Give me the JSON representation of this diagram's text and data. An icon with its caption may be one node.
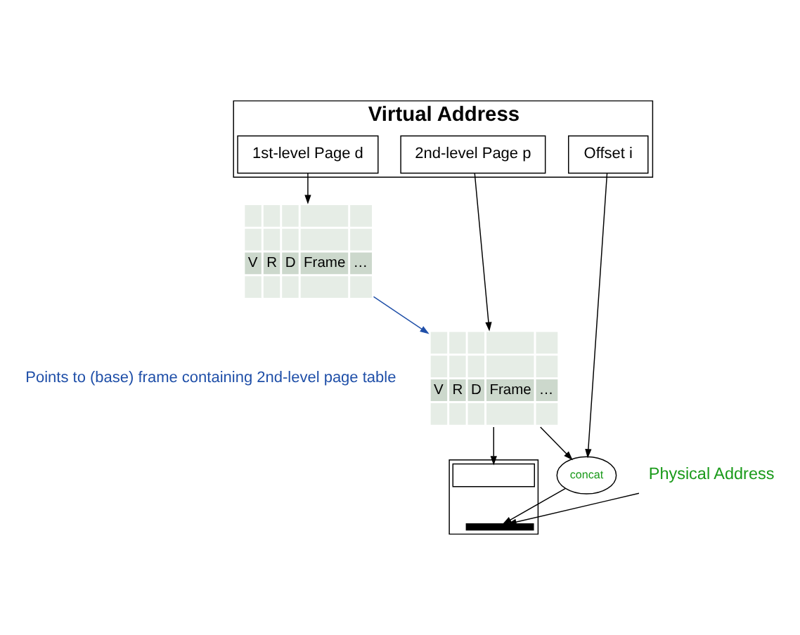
{
  "diagram": {
    "nodes": [
      {
        "text": [
          "Virtual Address"
        ]
      },
      {
        "text": [
          "1st-level Page d"
        ],
        "in": 0
      },
      {
        "text": [
          "2nd-level Page p"
        ],
        "in": 0
      },
      {
        "text": [
          "Offset i"
        ],
        "in": 0
      },
      {
        "text": [
          "V",
          "R",
          "D",
          "Frame",
          "…"
        ]
      },
      {
        "text": [
          "V",
          "R",
          "D",
          "Frame",
          "…"
        ]
      },
      {
        "text": [
          "concat"
        ]
      },
      {
        "text": [
          "Physical Address"
        ]
      },
      {
        "text": [],
        "shape": "box"
      },
      {
        "text": [],
        "shape": "box",
        "in": 8
      },
      {
        "text": [],
        "shape": "bar",
        "in": 8
      }
    ],
    "edges": [
      {
        "from": 1,
        "to": 4,
        "arrow": "to"
      },
      {
        "from": 4,
        "to": 5,
        "arrow": "to",
        "color": "#1f4fa8"
      },
      {
        "from": 2,
        "to": 5,
        "arrow": "to"
      },
      {
        "from": 5,
        "to": 6,
        "arrow": "to"
      },
      {
        "from": 3,
        "to": 6,
        "arrow": "to"
      },
      {
        "from": 5,
        "to": 9,
        "arrow": "to"
      },
      {
        "from": 6,
        "to": 10,
        "arrow": "to"
      },
      {
        "from": 7,
        "to": 10,
        "arrow": "to"
      }
    ],
    "labels": [
      "Points to (base) frame containing 2nd-level page table"
    ]
  }
}
